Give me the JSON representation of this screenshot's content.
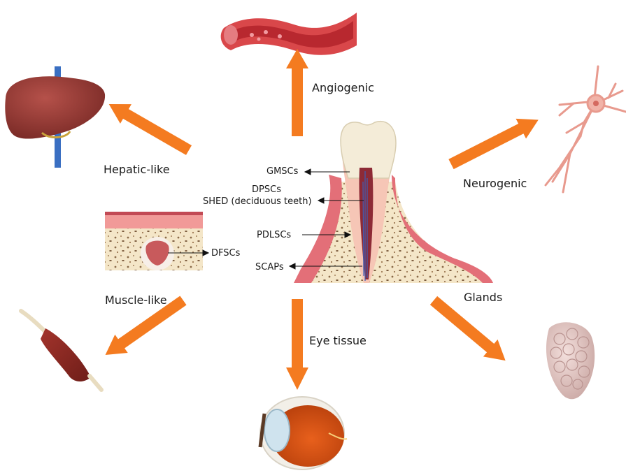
{
  "diagram": {
    "arrow_color": "#F47B20",
    "outputs": {
      "angiogenic": "Angiogenic",
      "hepatic": "Hepatic-like",
      "neurogenic": "Neurogenic",
      "muscle": "Muscle-like",
      "eye": "Eye tissue",
      "glands": "Glands"
    },
    "sources": {
      "gmscs": "GMSCs",
      "dpscs": "DPSCs",
      "shed": "SHED (deciduous teeth)",
      "pdlscs": "PDLSCs",
      "scaps": "SCAPs",
      "dfscs": "DFSCs"
    },
    "icons": [
      "blood-vessel",
      "liver",
      "neuron",
      "muscle",
      "eye",
      "gland",
      "tooth",
      "dental-follicle"
    ]
  }
}
